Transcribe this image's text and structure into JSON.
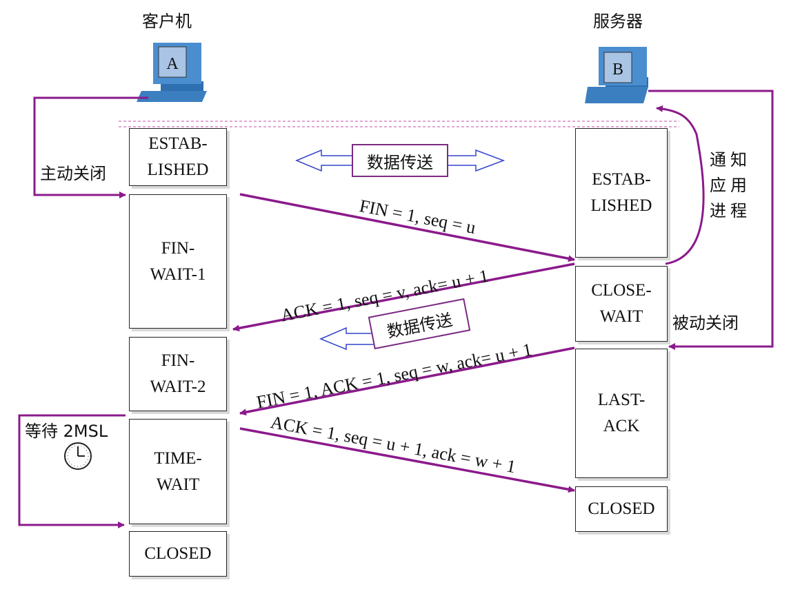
{
  "client": {
    "title": "客户机",
    "letter": "A"
  },
  "server": {
    "title": "服务器",
    "letter": "B"
  },
  "client_states": [
    {
      "line1": "ESTAB-",
      "line2": "LISHED"
    },
    {
      "line1": "FIN-",
      "line2": "WAIT-1"
    },
    {
      "line1": "FIN-",
      "line2": "WAIT-2"
    },
    {
      "line1": "TIME-",
      "line2": "WAIT"
    },
    {
      "line1": "CLOSED",
      "line2": ""
    }
  ],
  "server_states": [
    {
      "line1": "ESTAB-",
      "line2": "LISHED"
    },
    {
      "line1": "CLOSE-",
      "line2": "WAIT"
    },
    {
      "line1": "LAST-",
      "line2": "ACK"
    },
    {
      "line1": "CLOSED",
      "line2": ""
    }
  ],
  "labels": {
    "active_close": "主动关闭",
    "passive_close": "被动关闭",
    "notify_app": [
      "通",
      "知",
      "应",
      "用",
      "进",
      "程"
    ],
    "wait_2msl": "等待 2MSL",
    "data_transfer_1": "数据传送",
    "data_transfer_2": "数据传送"
  },
  "messages": [
    "FIN = 1, seq = u",
    "ACK = 1, seq = v, ack= u + 1",
    "FIN = 1, ACK = 1, seq = w, ack= u + 1",
    "ACK = 1, seq = u + 1, ack = w + 1"
  ],
  "colors": {
    "arrow": "#8b1a8b",
    "data_arrow": "#3344cc",
    "computer": "#3b7fc0",
    "screen": "#a9c4e4"
  }
}
